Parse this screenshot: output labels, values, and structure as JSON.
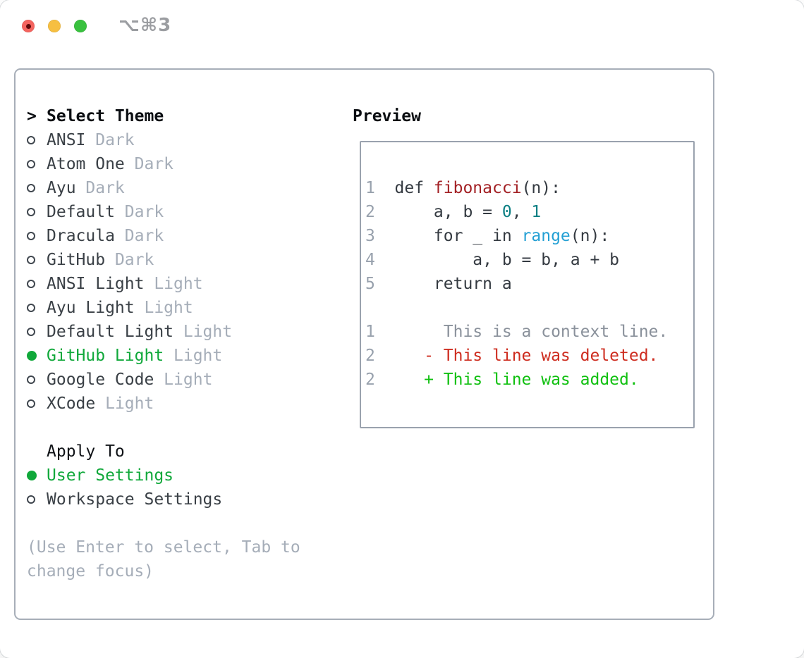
{
  "window": {
    "title": "⌥⌘3"
  },
  "colors": {
    "traffic_red": "#f4645f",
    "traffic_red_dot": "#5e0a0b",
    "traffic_yellow": "#f6bf41",
    "traffic_green": "#39c13f",
    "accent_green": "#10a83a",
    "diff_added_green": "#10c010",
    "diff_deleted_red": "#ce2c1f",
    "function_red": "#a32125",
    "number_teal": "#0b7f83",
    "builtin_blue": "#24a0d4",
    "text_dark": "#343a41",
    "muted_gray": "#a5adb8",
    "panel_border": "#a7aeb8"
  },
  "theme_picker": {
    "cursor": ">",
    "title": "Select Theme",
    "items": [
      {
        "name": "ANSI",
        "variant": "Dark",
        "selected": false
      },
      {
        "name": "Atom One",
        "variant": "Dark",
        "selected": false
      },
      {
        "name": "Ayu",
        "variant": "Dark",
        "selected": false
      },
      {
        "name": "Default",
        "variant": "Dark",
        "selected": false
      },
      {
        "name": "Dracula",
        "variant": "Dark",
        "selected": false
      },
      {
        "name": "GitHub",
        "variant": "Dark",
        "selected": false
      },
      {
        "name": "ANSI Light",
        "variant": "Light",
        "selected": false
      },
      {
        "name": "Ayu Light",
        "variant": "Light",
        "selected": false
      },
      {
        "name": "Default Light",
        "variant": "Light",
        "selected": false
      },
      {
        "name": "GitHub Light",
        "variant": "Light",
        "selected": true
      },
      {
        "name": "Google Code",
        "variant": "Light",
        "selected": false
      },
      {
        "name": "XCode",
        "variant": "Light",
        "selected": false
      }
    ],
    "apply_to": {
      "title": "Apply To",
      "options": [
        {
          "name": "User Settings",
          "selected": true
        },
        {
          "name": "Workspace Settings",
          "selected": false
        }
      ]
    },
    "hint": "(Use Enter to select, Tab to\nchange focus)"
  },
  "preview": {
    "title": "Preview",
    "lines": [
      {
        "no": "1",
        "parts": [
          [
            "def ",
            "code"
          ],
          [
            "fibonacci",
            "func"
          ],
          [
            "(n):",
            "code"
          ]
        ]
      },
      {
        "no": "2",
        "parts": [
          [
            "    a, b = ",
            "code"
          ],
          [
            "0",
            "num"
          ],
          [
            ", ",
            "code"
          ],
          [
            "1",
            "num"
          ]
        ]
      },
      {
        "no": "3",
        "parts": [
          [
            "    for _ in ",
            "code"
          ],
          [
            "range",
            "builtin"
          ],
          [
            "(n):",
            "code"
          ]
        ]
      },
      {
        "no": "4",
        "parts": [
          [
            "        a, b = b, a + b",
            "code"
          ]
        ]
      },
      {
        "no": "5",
        "parts": [
          [
            "    return a",
            "code"
          ]
        ]
      },
      {
        "no": "",
        "parts": []
      },
      {
        "no": "1",
        "parts": [
          [
            "     This is a context line.",
            "ctx"
          ]
        ]
      },
      {
        "no": "2",
        "parts": [
          [
            "   - This line was deleted.",
            "del"
          ]
        ]
      },
      {
        "no": "2",
        "parts": [
          [
            "   + This line was added.",
            "add"
          ]
        ]
      }
    ]
  }
}
